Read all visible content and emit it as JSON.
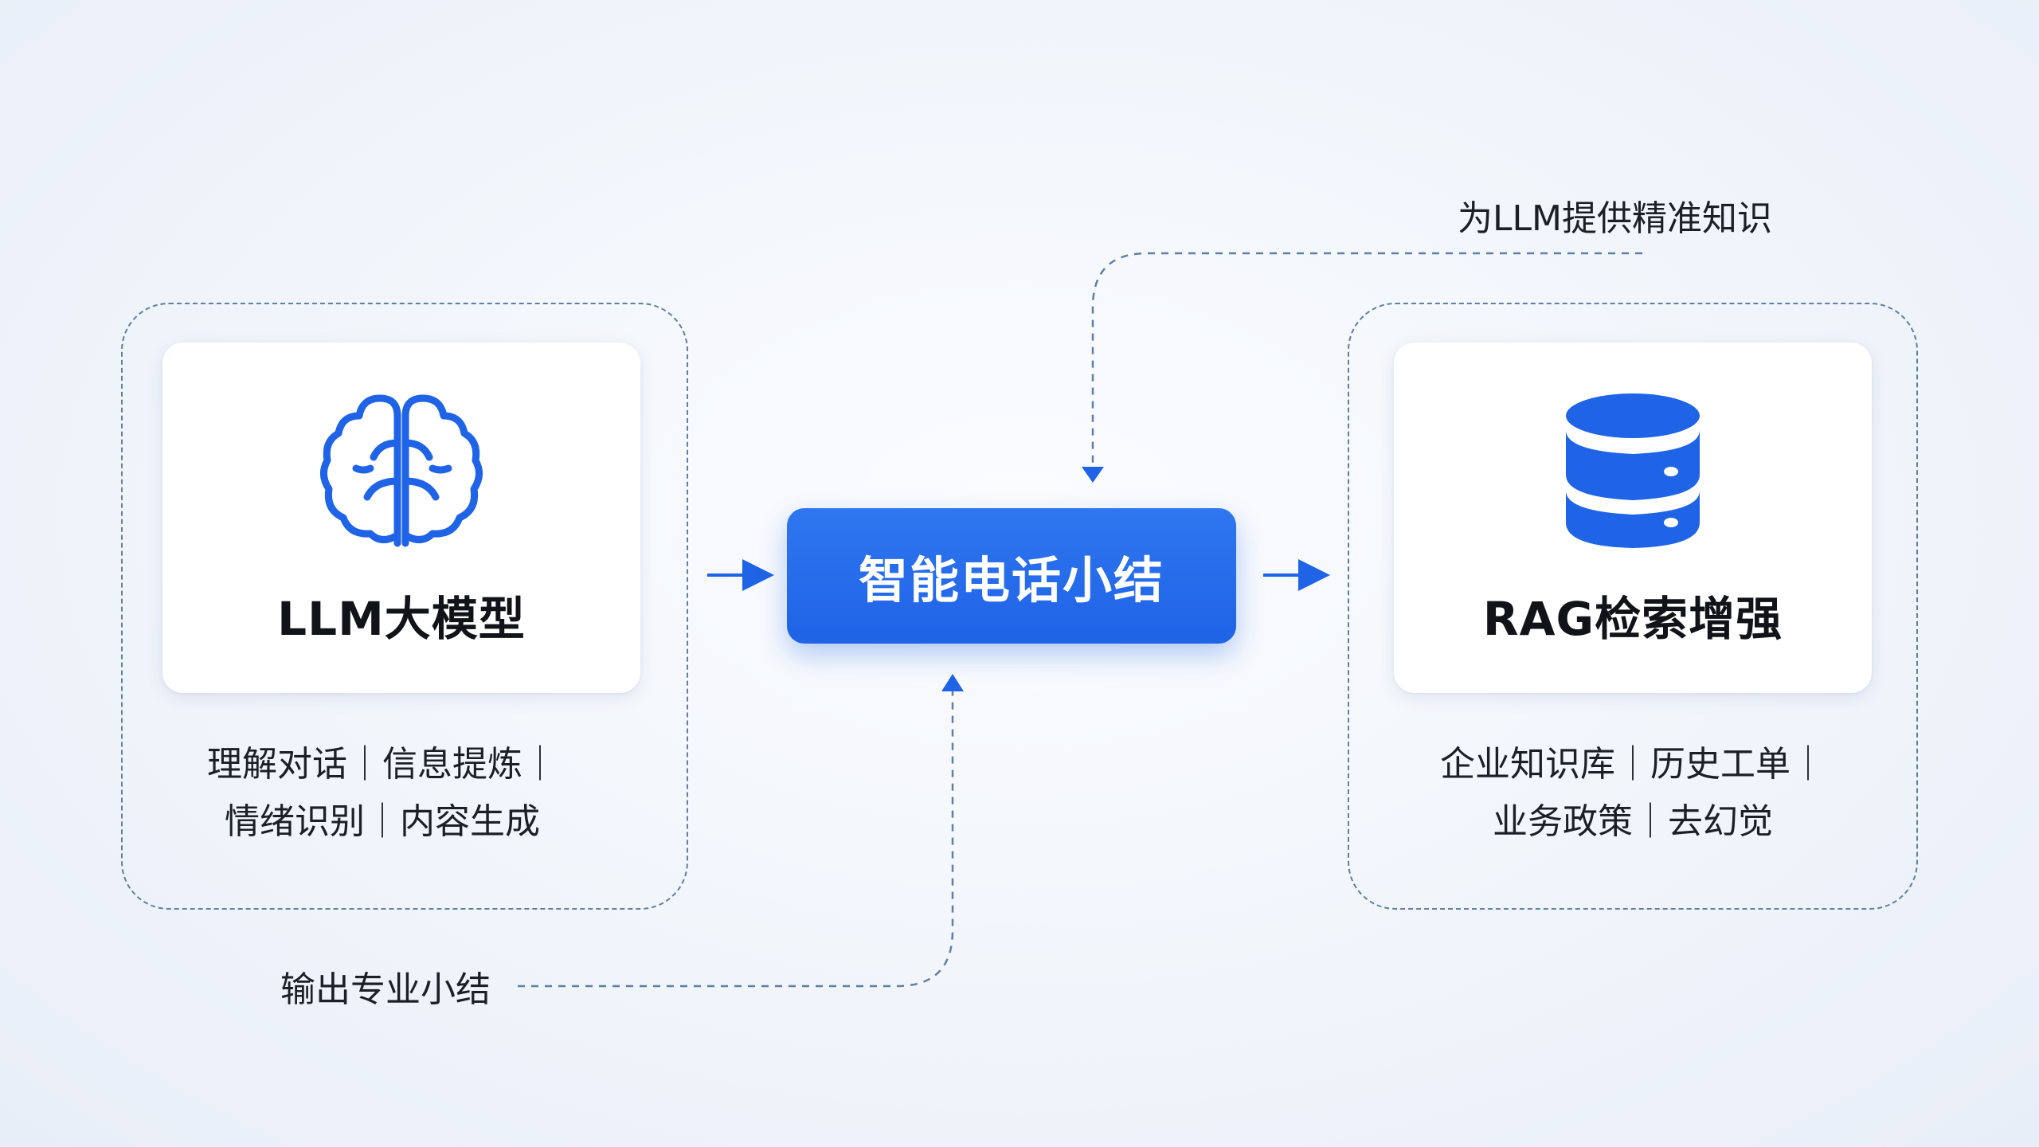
{
  "colors": {
    "accent": "#1f63e6",
    "dashed_border": "#5f7fa3",
    "text": "#1c1f26"
  },
  "left_panel": {
    "icon": "brain-icon",
    "title": "LLM大模型",
    "capabilities_line1": "理解对话｜信息提炼｜",
    "capabilities_line2": "情绪识别｜内容生成"
  },
  "center_node": {
    "label": "智能电话小结"
  },
  "right_panel": {
    "icon": "database-icon",
    "title": "RAG检索增强",
    "capabilities_line1": "企业知识库｜历史工单｜",
    "capabilities_line2": "业务政策｜去幻觉"
  },
  "flows": {
    "top_label": "为LLM提供精准知识",
    "bottom_label": "输出专业小结"
  }
}
